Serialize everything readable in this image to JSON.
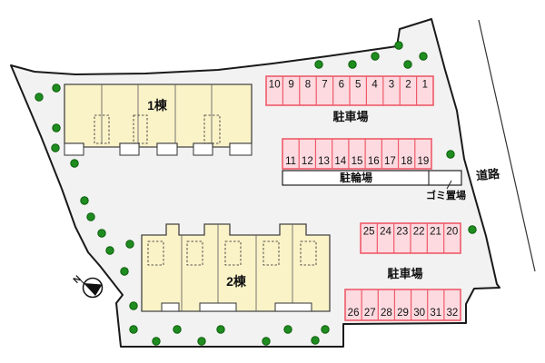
{
  "plan": {
    "labels": {
      "building1": "1棟",
      "building2": "2棟",
      "parking_top": "駐車場",
      "parking_bottom": "駐車場",
      "bicycle": "駐輪場",
      "garbage": "ゴミ置場",
      "road": "道路",
      "north": "N"
    },
    "rows": [
      {
        "name": "parking-row-1-10",
        "numbers": [
          "10",
          "9",
          "8",
          "7",
          "6",
          "5",
          "4",
          "3",
          "2",
          "1"
        ],
        "number_position": "top"
      },
      {
        "name": "parking-row-11-19",
        "numbers": [
          "11",
          "12",
          "13",
          "14",
          "15",
          "16",
          "17",
          "18",
          "19"
        ],
        "number_position": "bottom"
      },
      {
        "name": "parking-row-20-25",
        "numbers": [
          "25",
          "24",
          "23",
          "22",
          "21",
          "20"
        ],
        "number_position": "top"
      },
      {
        "name": "parking-row-26-32",
        "numbers": [
          "26",
          "27",
          "28",
          "29",
          "30",
          "31",
          "32"
        ],
        "number_position": "bottom"
      }
    ],
    "colors": {
      "site_fill": "#f2f2f2",
      "site_outline": "#1a1a1a",
      "building_fill": "#fbf3c8",
      "building_outline": "#444444",
      "parking_fill": "#fcdae0",
      "parking_border": "#ee5a68",
      "tree_fill": "#1f8c1f",
      "tree_outline": "#0c5e0c",
      "road_line": "#333333"
    },
    "tree_count": 29
  }
}
